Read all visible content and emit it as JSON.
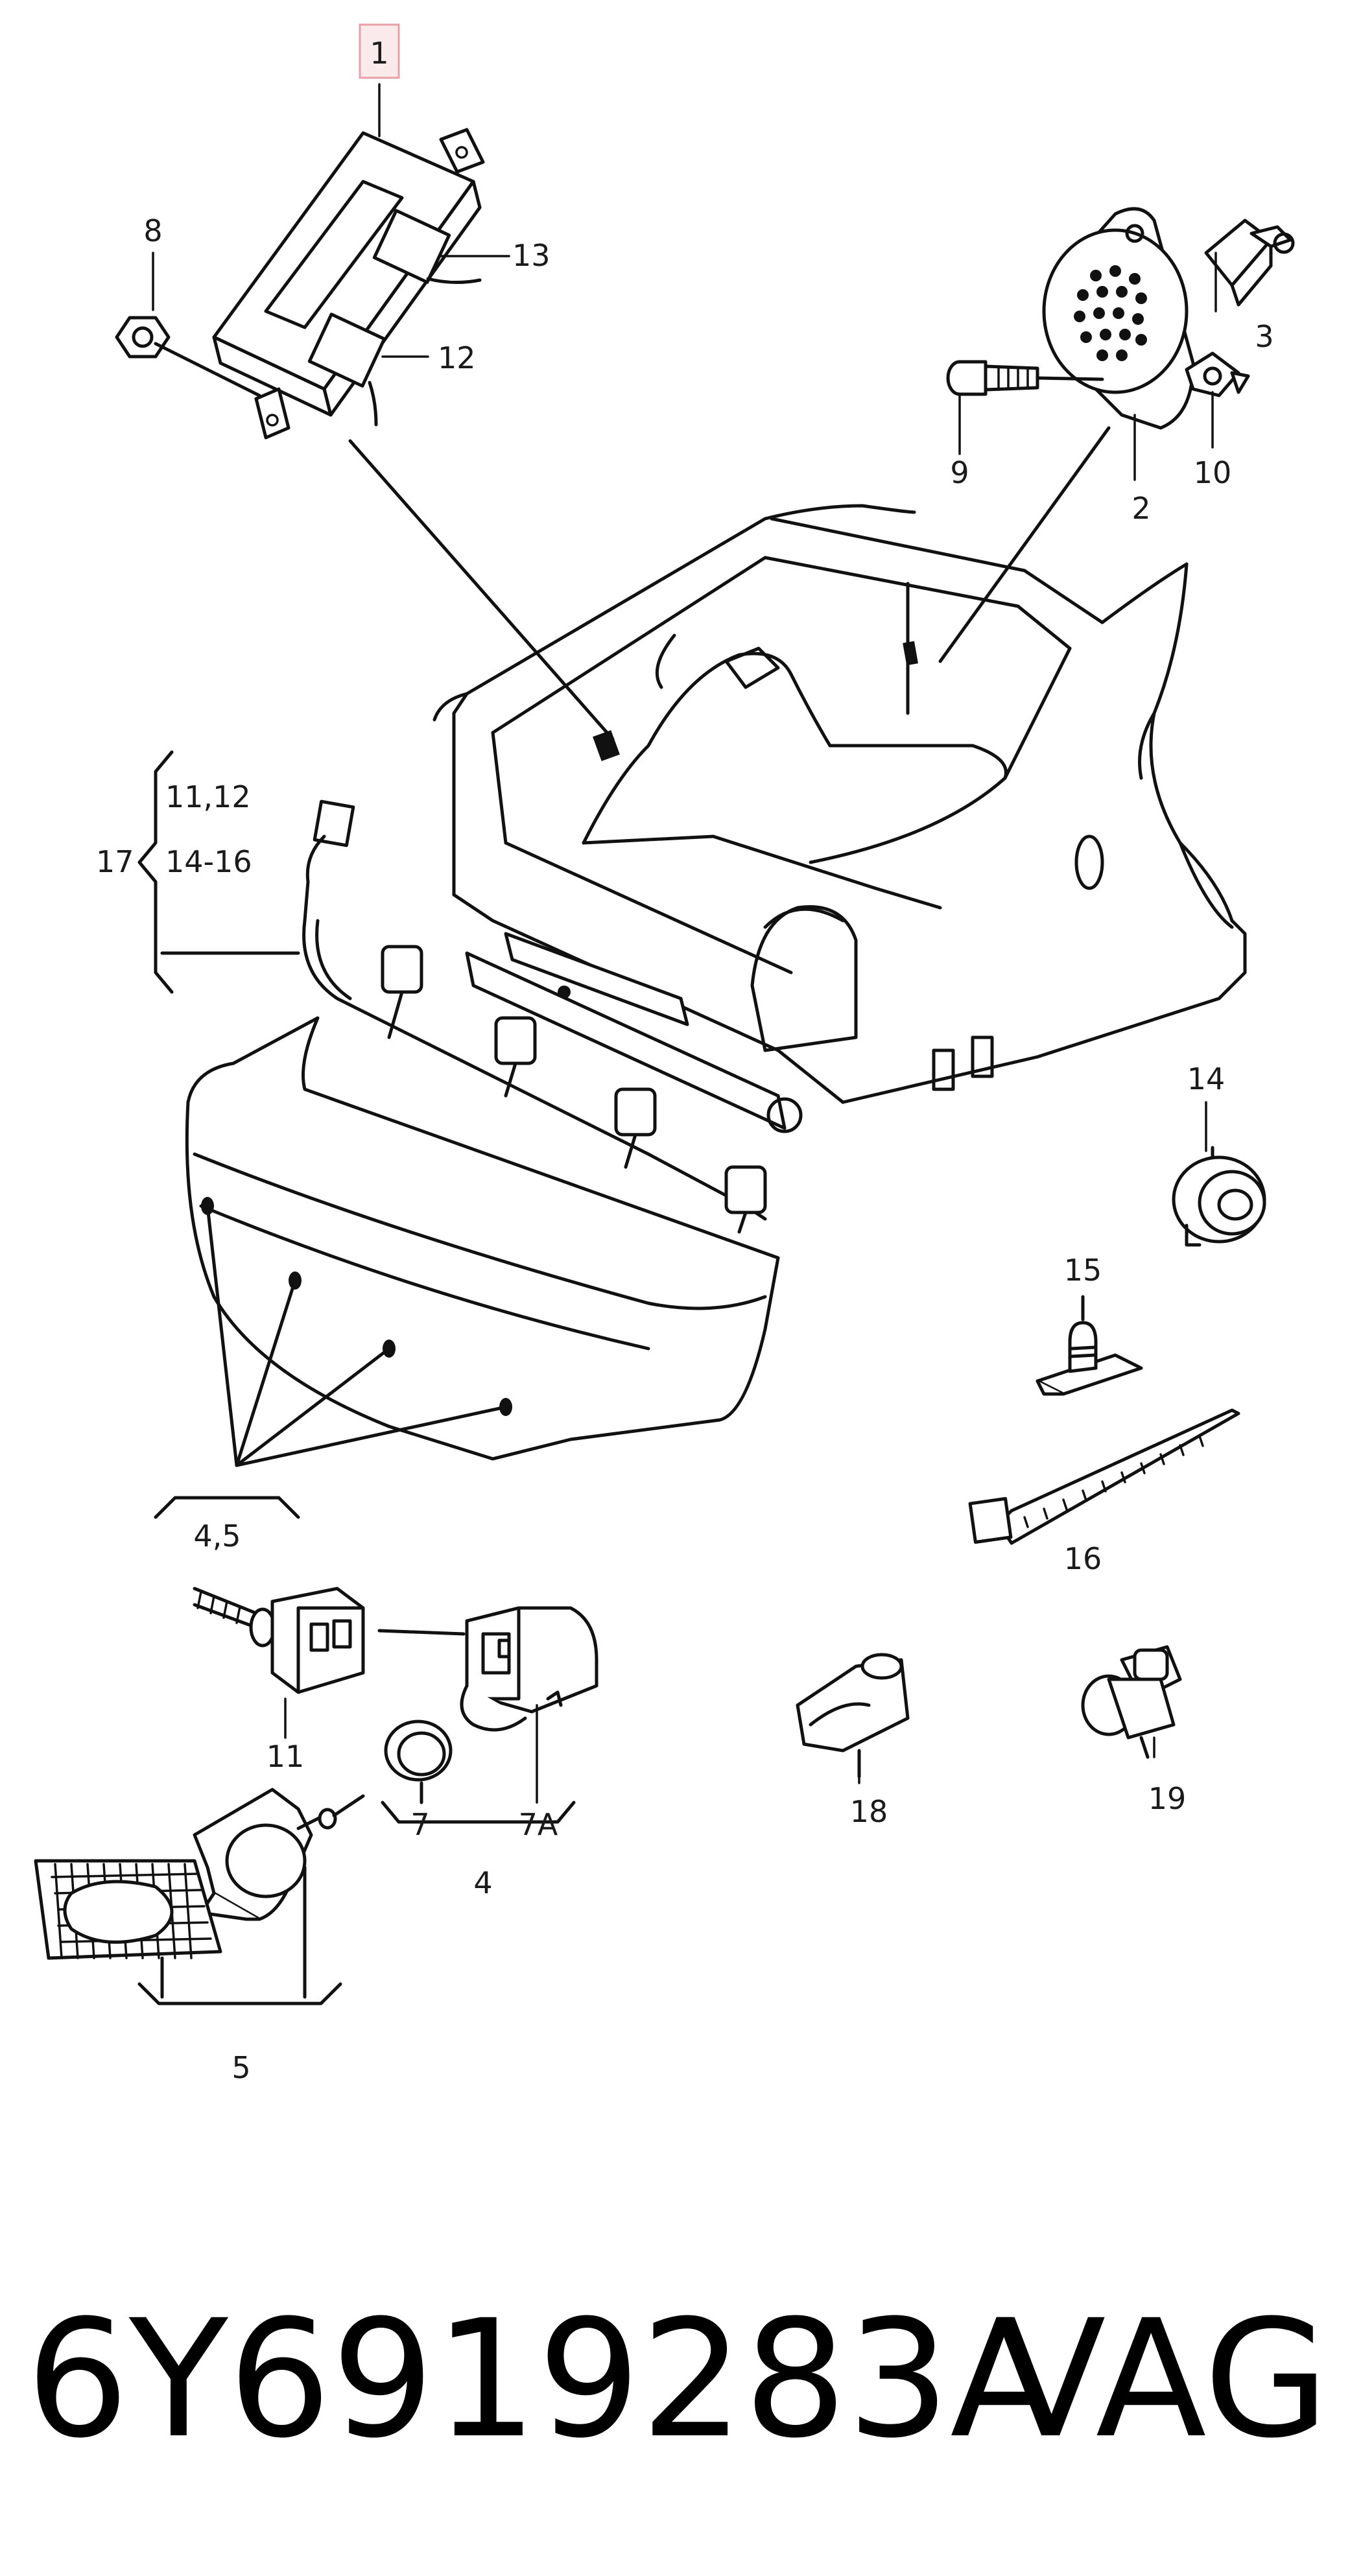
{
  "highlight_color": "#e8a0a8",
  "callouts": {
    "c1": "1",
    "c2": "2",
    "c3": "3",
    "c45": "4,5",
    "c4": "4",
    "c5": "5",
    "c7": "7",
    "c7a": "7A",
    "c8": "8",
    "c9": "9",
    "c10": "10",
    "c11": "11",
    "c11b": "11,12",
    "c12": "12",
    "c13": "13",
    "c14": "14",
    "c14b": "14-16",
    "c15": "15",
    "c16": "16",
    "c17": "17",
    "c18": "18",
    "c19": "19"
  },
  "caption": {
    "part_number": "6Y6919283A",
    "brand": "VAG"
  }
}
